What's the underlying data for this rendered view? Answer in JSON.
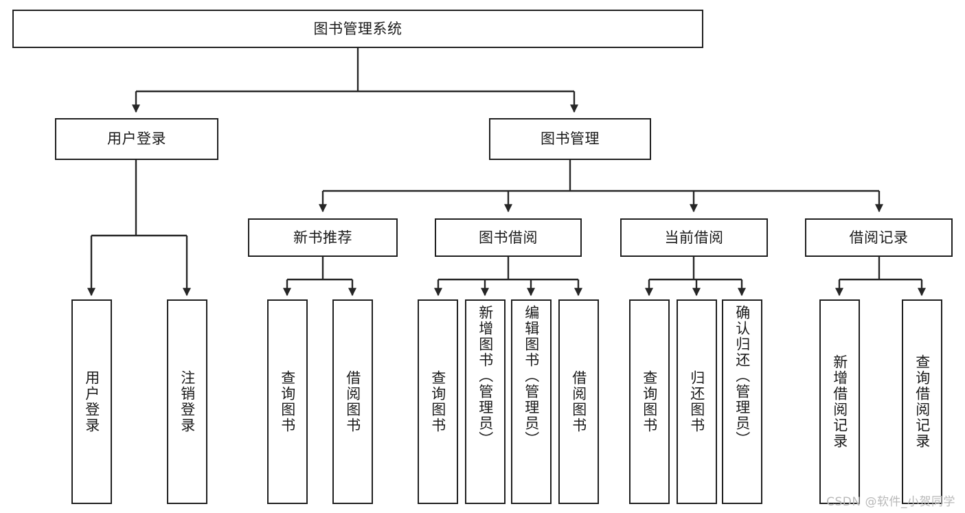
{
  "diagram": {
    "title": "图书管理系统",
    "type": "tree-hierarchy-diagram",
    "theme": {
      "background": "#ffffff",
      "box_border": "#1f1f1f",
      "box_fill": "#ffffff",
      "text": "#1a1a1a",
      "connector": "#262626",
      "watermark": "#b9b9b9"
    },
    "root": {
      "label": "图书管理系统",
      "orientation": "horizontal"
    },
    "level2": [
      {
        "label": "用户登录",
        "orientation": "horizontal"
      },
      {
        "label": "图书管理",
        "orientation": "horizontal"
      }
    ],
    "level3": [
      {
        "label": "新书推荐",
        "orientation": "horizontal"
      },
      {
        "label": "图书借阅",
        "orientation": "horizontal"
      },
      {
        "label": "当前借阅",
        "orientation": "horizontal"
      },
      {
        "label": "借阅记录",
        "orientation": "horizontal"
      }
    ],
    "leaves": {
      "user_login": [
        {
          "label": "用户登录",
          "orientation": "vertical"
        },
        {
          "label": "注销登录",
          "orientation": "vertical"
        }
      ],
      "new_book_recommend": [
        {
          "label": "查询图书",
          "orientation": "vertical"
        },
        {
          "label": "借阅图书",
          "orientation": "vertical"
        }
      ],
      "book_borrow": [
        {
          "label": "查询图书",
          "orientation": "vertical"
        },
        {
          "label": "新增图书（管理员）",
          "orientation": "vertical"
        },
        {
          "label": "编辑图书（管理员）",
          "orientation": "vertical"
        },
        {
          "label": "借阅图书",
          "orientation": "vertical"
        }
      ],
      "current_borrow": [
        {
          "label": "查询图书",
          "orientation": "vertical"
        },
        {
          "label": "归还图书",
          "orientation": "vertical"
        },
        {
          "label": "确认归还（管理员）",
          "orientation": "vertical"
        }
      ],
      "borrow_record": [
        {
          "label": "新增借阅记录",
          "orientation": "vertical"
        },
        {
          "label": "查询借阅记录",
          "orientation": "vertical"
        }
      ]
    }
  },
  "watermark": {
    "text": "CSDN @软件_小贺同学"
  }
}
